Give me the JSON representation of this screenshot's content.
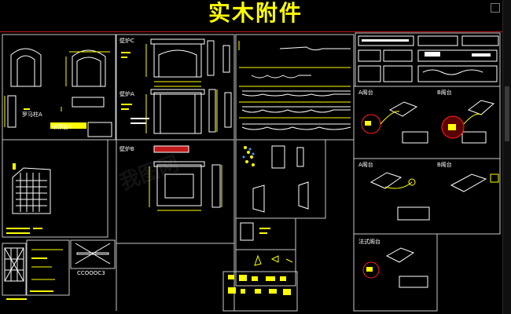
{
  "header": {
    "title": "实木附件"
  },
  "labels": {
    "l1": "罗马柱A",
    "l2": "壁炉C",
    "l3": "壁炉A",
    "l4": "吊顶台A",
    "l5": "壁炉B",
    "l6": "A阁台",
    "l7": "B阁台",
    "l8": "A阁台",
    "l9": "B阁台",
    "l10": "法式阁台",
    "l11": "CCOOOC3"
  },
  "watermark": {
    "text": "我图网"
  },
  "colors": {
    "background": "#000000",
    "title": "#ffff00",
    "accent_red": "#c21a1a"
  }
}
